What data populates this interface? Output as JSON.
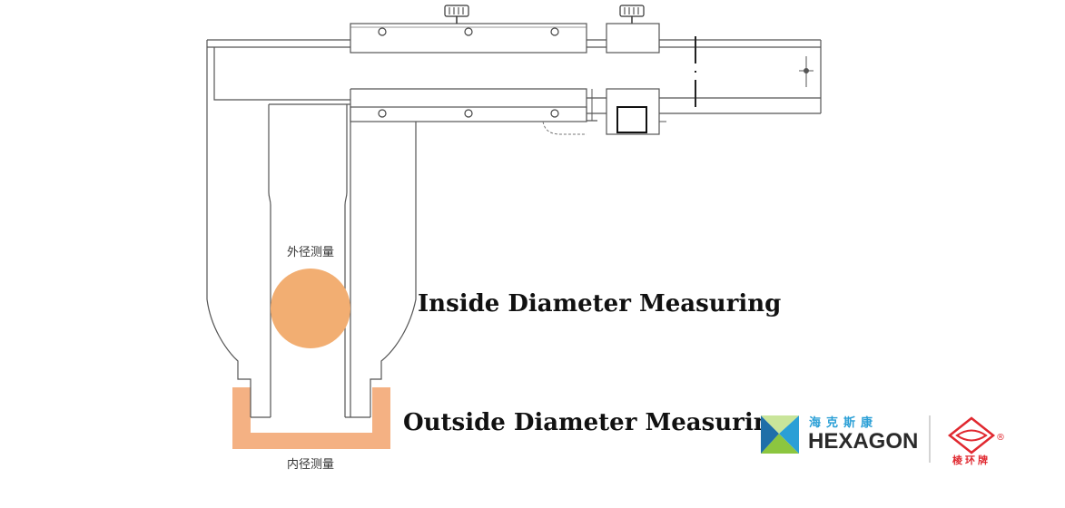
{
  "labels": {
    "outer_cn": "外径测量",
    "inner_cn": "内径测量",
    "inside_en": "Inside Diameter Measuring",
    "outside_en": "Outside Diameter Measuring"
  },
  "logos": {
    "hexagon_cn": "海克斯康",
    "hexagon_word": "HEXAGON",
    "brand_cn": "棱环牌",
    "brand_mark": "®"
  },
  "colors": {
    "line": "#555555",
    "orange": "#f4b183",
    "circle": "#f2ae72",
    "hexagon_blue": "#2a9fd6",
    "hexagon_green": "#8cc63f",
    "brand_red": "#e0282f"
  }
}
